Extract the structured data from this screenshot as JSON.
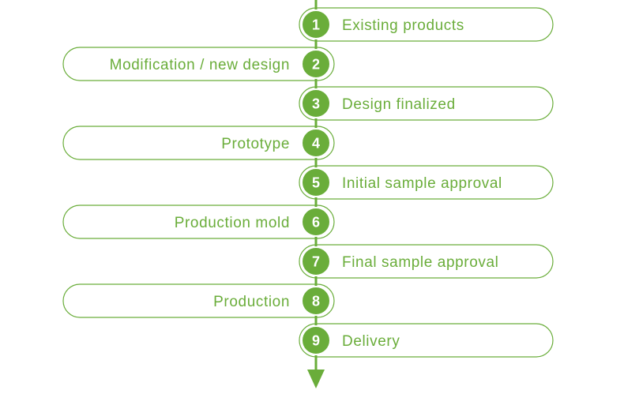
{
  "theme": {
    "accent": "#6aad3a",
    "background": "#ffffff",
    "number_text": "#ffffff"
  },
  "steps": [
    {
      "number": "1",
      "label": "Existing products",
      "side": "right"
    },
    {
      "number": "2",
      "label": "Modification / new design",
      "side": "left"
    },
    {
      "number": "3",
      "label": "Design finalized",
      "side": "right"
    },
    {
      "number": "4",
      "label": "Prototype",
      "side": "left"
    },
    {
      "number": "5",
      "label": "Initial sample approval",
      "side": "right"
    },
    {
      "number": "6",
      "label": "Production mold",
      "side": "left"
    },
    {
      "number": "7",
      "label": "Final sample approval",
      "side": "right"
    },
    {
      "number": "8",
      "label": "Production",
      "side": "left"
    },
    {
      "number": "9",
      "label": "Delivery",
      "side": "right"
    }
  ]
}
